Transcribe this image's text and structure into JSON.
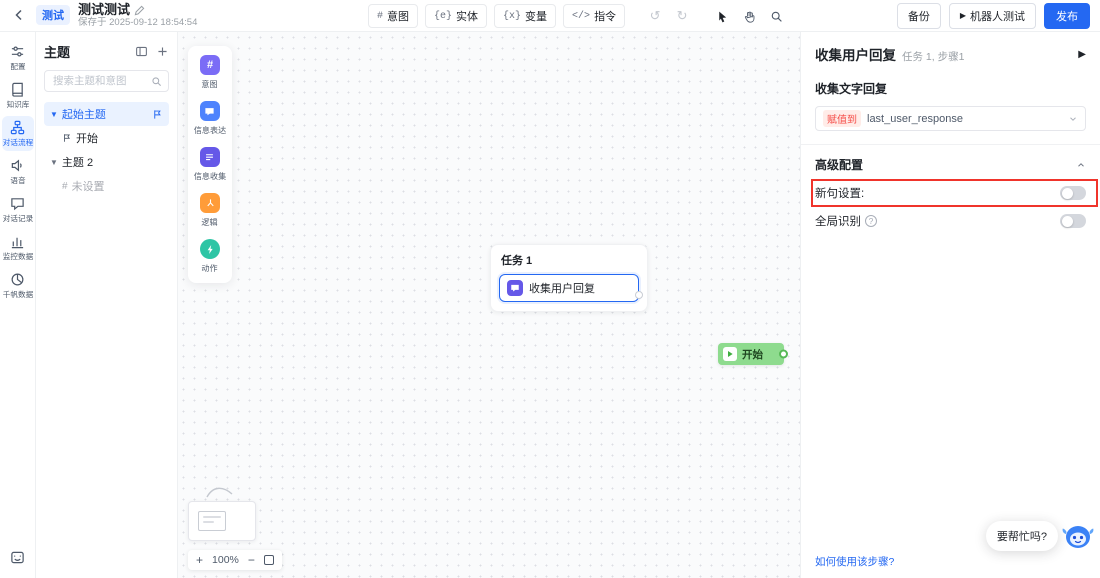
{
  "colors": {
    "accent": "#2468F2",
    "annotation_red": "#F0342B",
    "start_green": "#8EDB8E"
  },
  "topbar": {
    "project_badge": "测试",
    "title": "测试测试",
    "saved_text": "保存于 2025-09-12 18:54:54",
    "tools": [
      {
        "icon": "#",
        "label": "意图"
      },
      {
        "icon": "{e}",
        "label": "实体"
      },
      {
        "icon": "{x}",
        "label": "变量"
      },
      {
        "icon": "</>",
        "label": "指令"
      }
    ],
    "undo_glyph": "↺",
    "redo_glyph": "↻",
    "backup_label": "备份",
    "bot_test_play": "▶",
    "bot_test_label": "机器人测试",
    "publish_label": "发布"
  },
  "rail": {
    "items": [
      {
        "label": "配置"
      },
      {
        "label": "知识库"
      },
      {
        "label": "对话流程"
      },
      {
        "label": "语音"
      },
      {
        "label": "对话记录"
      },
      {
        "label": "监控数据"
      },
      {
        "label": "千帆数据"
      }
    ]
  },
  "topics": {
    "title": "主题",
    "search_placeholder": "搜索主题和意图",
    "root1_caret": "▼",
    "root1": "起始主题",
    "child1": "开始",
    "root2_caret": "▼",
    "root2": "主题 2",
    "child2_icon": "#",
    "child2": "未设置"
  },
  "palette": {
    "items": [
      {
        "glyph": "#",
        "label": "意图"
      },
      {
        "glyph": "",
        "label": "信息表达"
      },
      {
        "glyph": "",
        "label": "信息收集"
      },
      {
        "glyph": "",
        "label": "逻辑"
      },
      {
        "glyph": "",
        "label": "动作"
      }
    ]
  },
  "canvas": {
    "task_group_title": "任务 1",
    "task_node_label": "收集用户回复",
    "start_node_label": "开始",
    "zoom_in": "+",
    "zoom_level": "100%",
    "zoom_out": "−"
  },
  "inspector": {
    "title": "收集用户回复",
    "subtitle": "任务 1, 步骤1",
    "play_glyph": "▶",
    "section_title": "收集文字回复",
    "assign_badge": "赋值到",
    "assign_value": "last_user_response",
    "advanced_title": "高级配置",
    "toggle_rows": [
      {
        "label": "新句设置:"
      },
      {
        "label": "全局识别"
      }
    ],
    "help_icon": "?",
    "help_link": "如何使用该步骤?"
  },
  "assistant": {
    "bubble_text": "要帮忙吗?"
  }
}
